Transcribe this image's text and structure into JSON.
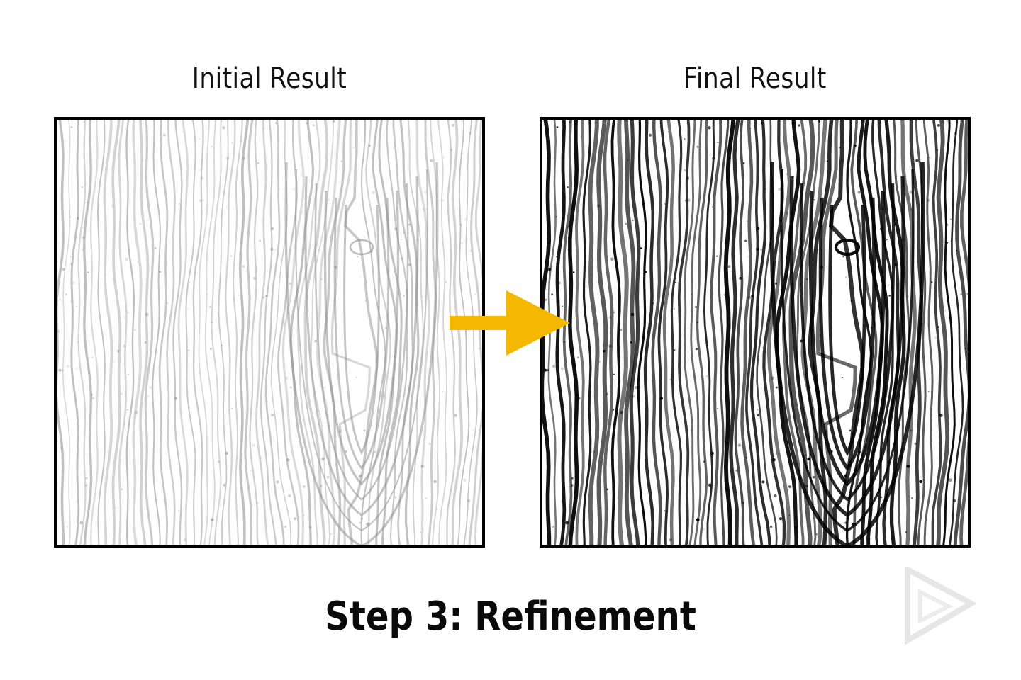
{
  "panels": {
    "left": {
      "title": "Initial Result",
      "style": "light-gray-grain"
    },
    "right": {
      "title": "Final Result",
      "style": "high-contrast-black-grain"
    }
  },
  "caption": "Step 3: Refinement",
  "colors": {
    "arrow": "#F5B800",
    "panel_border": "#000000",
    "initial_grain": "#8a8a8a",
    "final_grain": "#000000",
    "watermark": "#e2e2e2"
  },
  "icons": {
    "arrow": "right-arrow-icon",
    "watermark": "play-logo-icon"
  }
}
